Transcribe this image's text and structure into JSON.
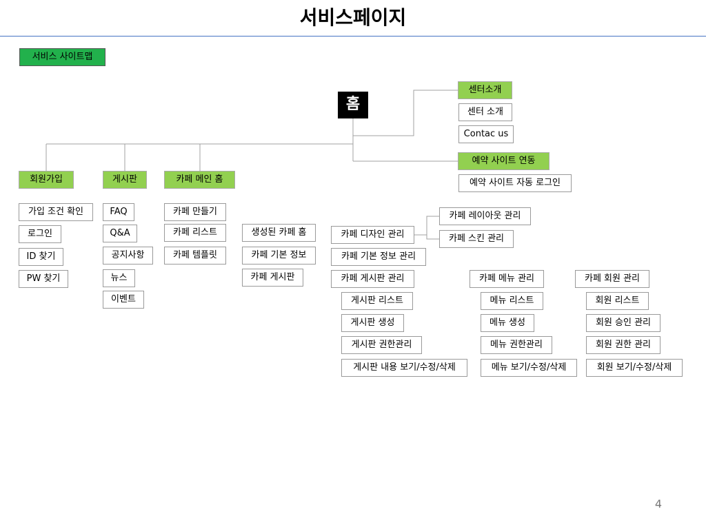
{
  "title": "서비스페이지",
  "section_tag": "서비스 사이트맵",
  "page_number": "4",
  "home": "홈",
  "center_intro": {
    "header": "센터소개",
    "items": [
      "센터 소개",
      "Contac us"
    ]
  },
  "reservation": {
    "header": "예약 사이트 연동",
    "items": [
      "예약 사이트 자동 로그인"
    ]
  },
  "membership": {
    "header": "회원가입",
    "items": [
      "가입 조건 확인",
      "로그인",
      "ID 찾기",
      "PW 찾기"
    ]
  },
  "board": {
    "header": "게시판",
    "items": [
      "FAQ",
      "Q&A",
      "공지사항",
      "뉴스",
      "이벤트"
    ]
  },
  "cafe_main": {
    "header": "카페 메인 홈",
    "items": [
      "카페 만들기",
      "카페 리스트",
      "카페 템플릿"
    ],
    "generated": [
      "생성된 카페 홈",
      "카페 기본 정보",
      "카페 게시판"
    ]
  },
  "cafe_manage": {
    "design": "카페 디자인 관리",
    "design_children": [
      "카페 레이아웃 관리",
      "카페 스킨 관리"
    ],
    "basic_info": "카페 기본 정보 관리",
    "board_manage": {
      "header": "카페 게시판 관리",
      "items": [
        "게시판 리스트",
        "게시판 생성",
        "게시판 권한관리",
        "게시판 내용 보기/수정/삭제"
      ]
    },
    "menu_manage": {
      "header": "카페 메뉴 관리",
      "items": [
        "메뉴 리스트",
        "메뉴 생성",
        "메뉴 권한관리",
        "메뉴 보기/수정/삭제"
      ]
    },
    "member_manage": {
      "header": "카페 회원 관리",
      "items": [
        "회원 리스트",
        "회원 승인 관리",
        "회원 권한 관리",
        "회원 보기/수정/삭제"
      ]
    }
  }
}
